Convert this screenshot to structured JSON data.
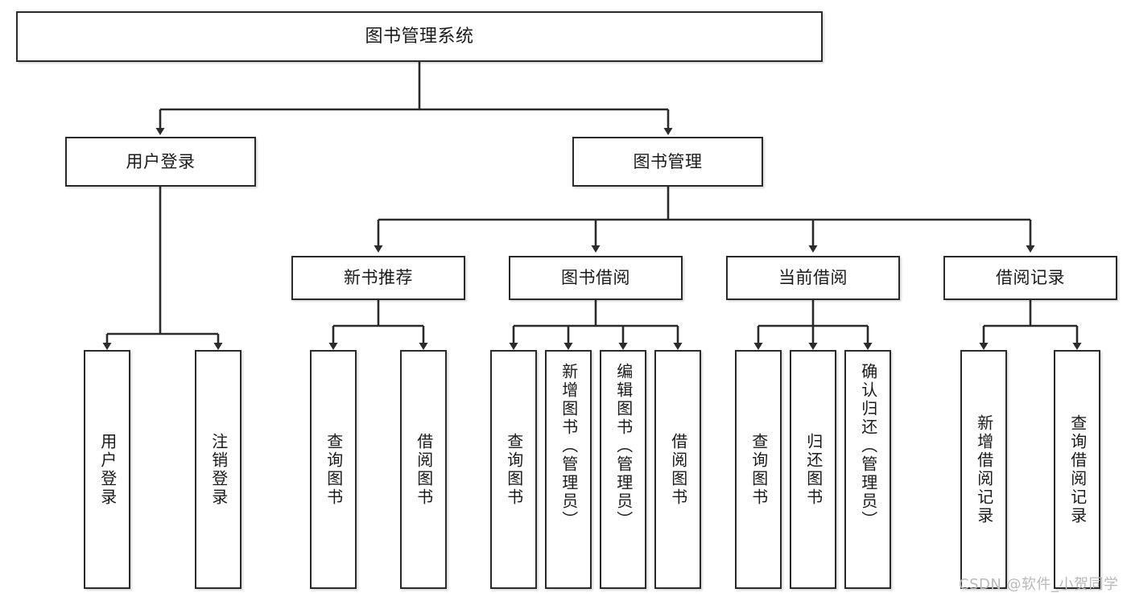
{
  "diagram": {
    "title": "图书管理系统",
    "watermark": "CSDN @软件_小贺同学",
    "accent_color": "#2b2b2b",
    "background_color": "#ffffff",
    "type": "tree-hierarchy",
    "nodes": {
      "root": {
        "label": "图书管理系统",
        "level": 1
      },
      "l2": [
        {
          "id": "user-login",
          "label": "用户登录"
        },
        {
          "id": "book-manage",
          "label": "图书管理"
        }
      ],
      "l3": [
        {
          "id": "new-book-recommend",
          "label": "新书推荐",
          "parent": "book-manage"
        },
        {
          "id": "book-borrow",
          "label": "图书借阅",
          "parent": "book-manage"
        },
        {
          "id": "current-borrow",
          "label": "当前借阅",
          "parent": "book-manage"
        },
        {
          "id": "borrow-record",
          "label": "借阅记录",
          "parent": "book-manage"
        }
      ],
      "leaves": [
        {
          "id": "leaf-user-login",
          "label": "用户登录",
          "parent": "user-login"
        },
        {
          "id": "leaf-user-logout",
          "label": "注销登录",
          "parent": "user-login"
        },
        {
          "id": "leaf-query-book-1",
          "label": "查询图书",
          "parent": "new-book-recommend"
        },
        {
          "id": "leaf-borrow-book-1",
          "label": "借阅图书",
          "parent": "new-book-recommend"
        },
        {
          "id": "leaf-query-book-2",
          "label": "查询图书",
          "parent": "book-borrow"
        },
        {
          "id": "leaf-add-book",
          "label": "新增图书（管理员）",
          "parent": "book-borrow"
        },
        {
          "id": "leaf-edit-book",
          "label": "编辑图书（管理员）",
          "parent": "book-borrow"
        },
        {
          "id": "leaf-borrow-book-2",
          "label": "借阅图书",
          "parent": "book-borrow"
        },
        {
          "id": "leaf-query-book-3",
          "label": "查询图书",
          "parent": "current-borrow"
        },
        {
          "id": "leaf-return-book",
          "label": "归还图书",
          "parent": "current-borrow"
        },
        {
          "id": "leaf-confirm-return",
          "label": "确认归还（管理员）",
          "parent": "current-borrow"
        },
        {
          "id": "leaf-add-record",
          "label": "新增借阅记录",
          "parent": "borrow-record"
        },
        {
          "id": "leaf-query-record",
          "label": "查询借阅记录",
          "parent": "borrow-record"
        }
      ]
    }
  }
}
